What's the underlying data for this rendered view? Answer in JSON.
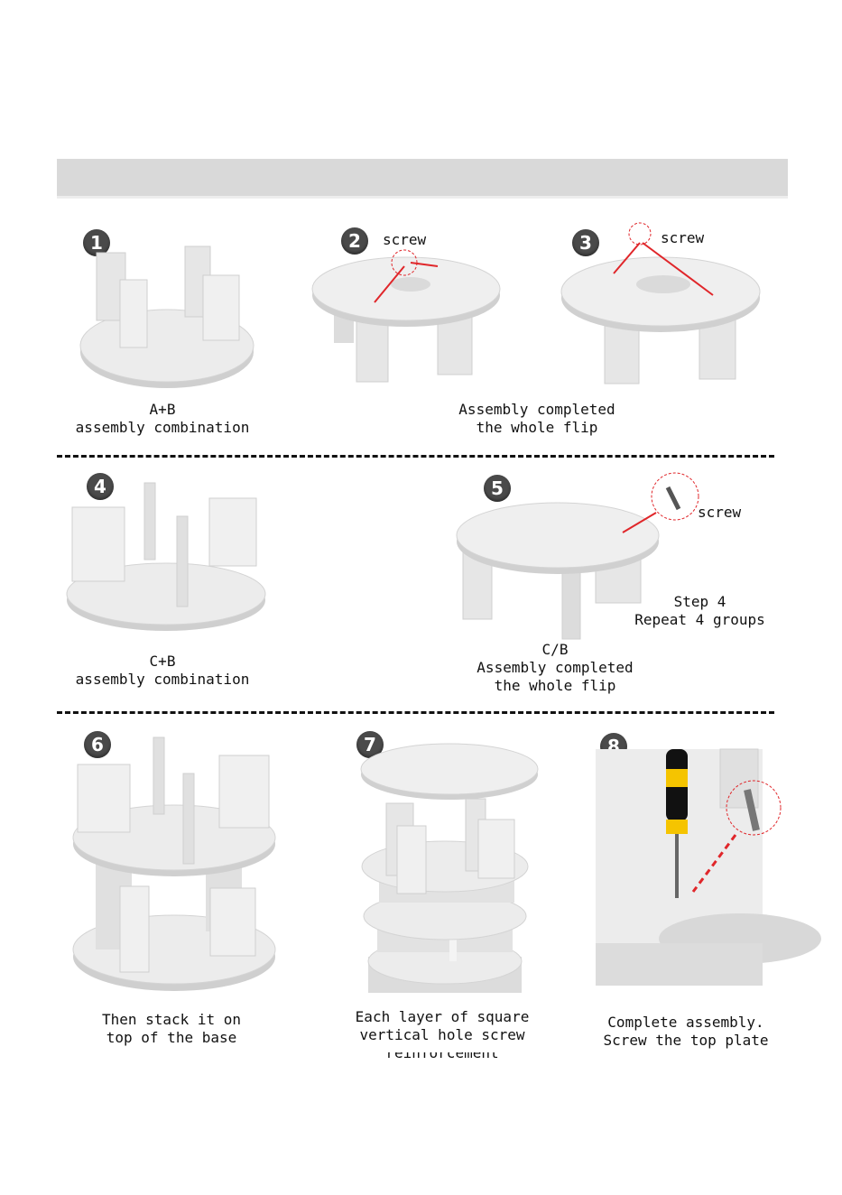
{
  "steps": [
    {
      "number": "1"
    },
    {
      "number": "2"
    },
    {
      "number": "3"
    },
    {
      "number": "4"
    },
    {
      "number": "5"
    },
    {
      "number": "6"
    },
    {
      "number": "7"
    },
    {
      "number": "8"
    }
  ],
  "labels": {
    "screw_2": "screw",
    "screw_3": "screw",
    "screw_5": "screw",
    "step4_repeat": "Step 4\nRepeat 4 groups"
  },
  "captions": {
    "row1_left": "A+B\nassembly combination",
    "row1_right": "Assembly completed\nthe whole flip",
    "row2_left": "C+B\nassembly combination",
    "row2_right": "C/B\nAssembly completed\nthe whole flip",
    "row3_left": "Then stack it on\ntop of the base",
    "row3_mid": "Each layer of square\nvertical hole screw\nreinforcement",
    "row3_right": "Complete assembly.\nScrew the top plate"
  },
  "colors": {
    "panel": "#e6e6e6",
    "panel_shade": "#cfcfcf",
    "accent_red": "#e0262a",
    "badge": "#4a4a4a"
  }
}
